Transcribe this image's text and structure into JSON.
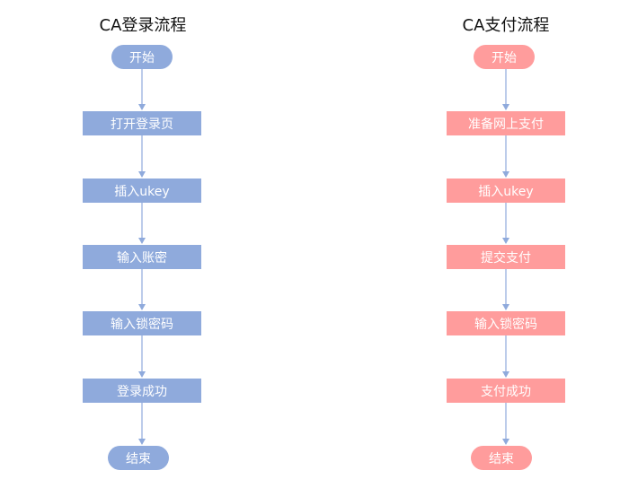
{
  "colors": {
    "left": "#8faadc",
    "right": "#ff9c9c",
    "arrow": "#8faadc"
  },
  "left": {
    "title": "CA登录流程",
    "start": "开始",
    "steps": [
      "打开登录页",
      "插入ukey",
      "输入账密",
      "输入锁密码",
      "登录成功"
    ],
    "end": "结束"
  },
  "right": {
    "title": "CA支付流程",
    "start": "开始",
    "steps": [
      "准备网上支付",
      "插入ukey",
      "提交支付",
      "输入锁密码",
      "支付成功"
    ],
    "end": "结束"
  }
}
